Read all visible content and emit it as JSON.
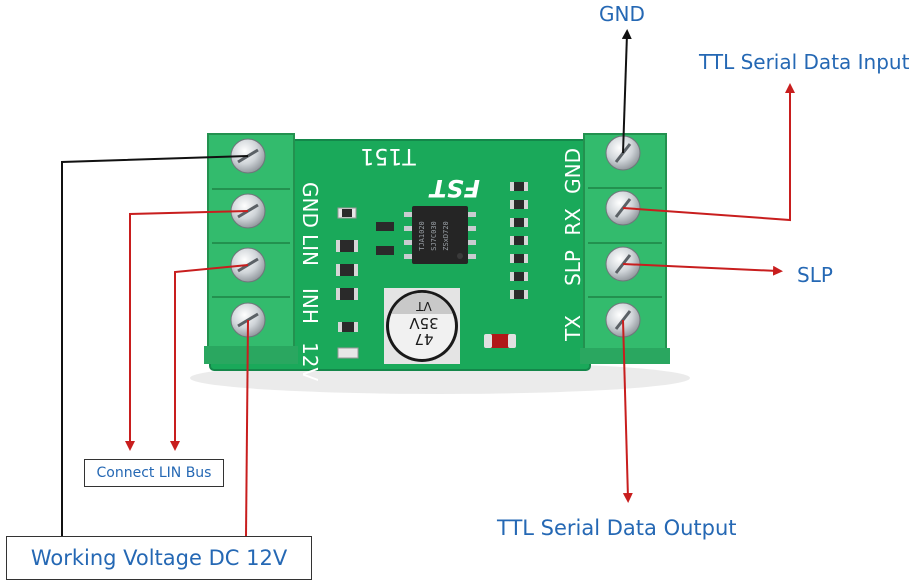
{
  "labels": {
    "gnd_top": "GND",
    "ttl_input": "TTL Serial Data Input",
    "slp": "SLP",
    "ttl_output": "TTL Serial Data Output",
    "connect_lin": "Connect LIN Bus",
    "working_voltage": "Working Voltage DC 12V"
  },
  "board": {
    "model": "T151",
    "brand": "FST",
    "left_pins": [
      "GND",
      "LIN",
      "INH",
      "12V"
    ],
    "right_pins": [
      "GND",
      "RX",
      "SLP",
      "TX"
    ],
    "capacitor_value": "47",
    "capacitor_voltage": "35V",
    "capacitor_series": "VT",
    "chip_marking": [
      "TJA1020",
      "SJ7C030",
      "ZSxD720"
    ]
  },
  "colors": {
    "board": "#1aa95a",
    "terminal": "#33bb6d",
    "arrow_red": "#c81e1e",
    "arrow_black": "#111111",
    "text_blue": "#2568b4"
  }
}
